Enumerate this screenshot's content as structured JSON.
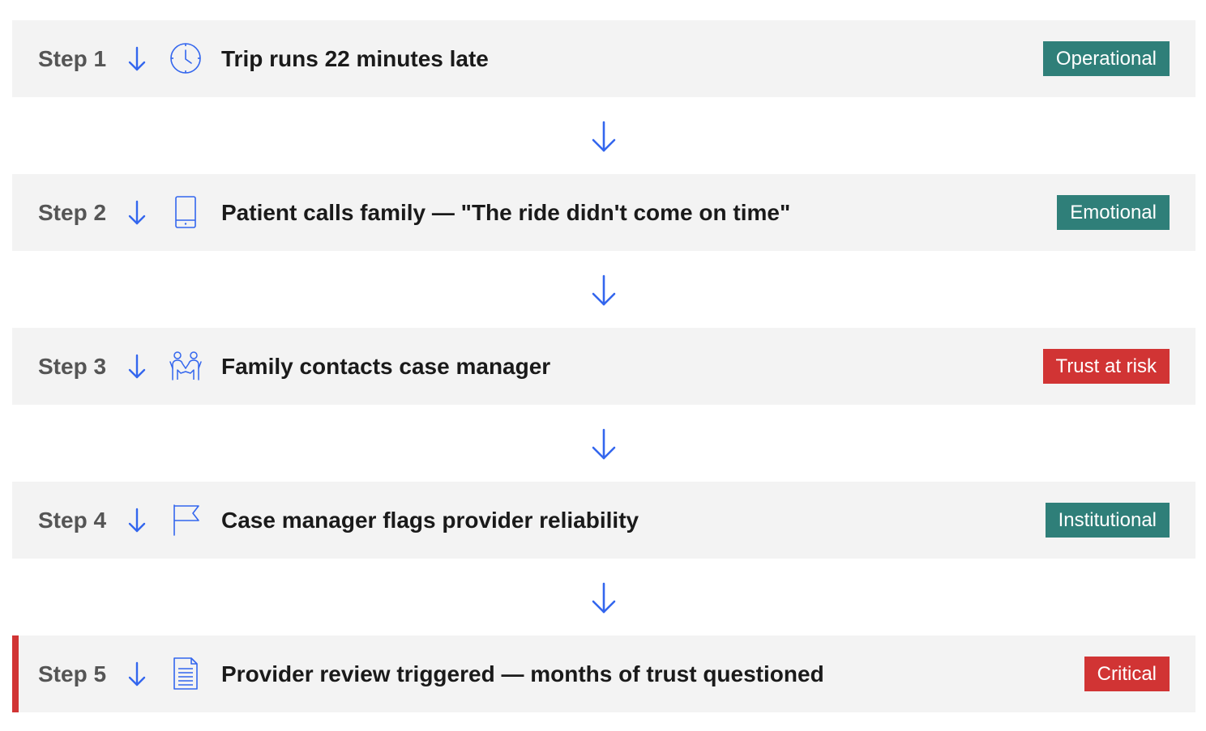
{
  "colors": {
    "accent_blue": "#3366ee",
    "teal_badge": "#2f7f79",
    "red_badge": "#d13434",
    "row_background": "#f3f3f3"
  },
  "steps": [
    {
      "label": "Step 1",
      "icon": "clock-icon",
      "title": "Trip runs 22 minutes late",
      "badge": "Operational",
      "badge_color": "teal"
    },
    {
      "label": "Step 2",
      "icon": "phone-icon",
      "title": "Patient calls family — \"The ride didn't come on time\"",
      "badge": "Emotional",
      "badge_color": "teal"
    },
    {
      "label": "Step 3",
      "icon": "people-icon",
      "title": "Family contacts case manager",
      "badge": "Trust at risk",
      "badge_color": "red"
    },
    {
      "label": "Step 4",
      "icon": "flag-icon",
      "title": "Case manager flags provider reliability",
      "badge": "Institutional",
      "badge_color": "teal"
    },
    {
      "label": "Step 5",
      "icon": "document-icon",
      "title": "Provider review triggered — months of trust questioned",
      "badge": "Critical",
      "badge_color": "red",
      "highlighted": true
    }
  ]
}
